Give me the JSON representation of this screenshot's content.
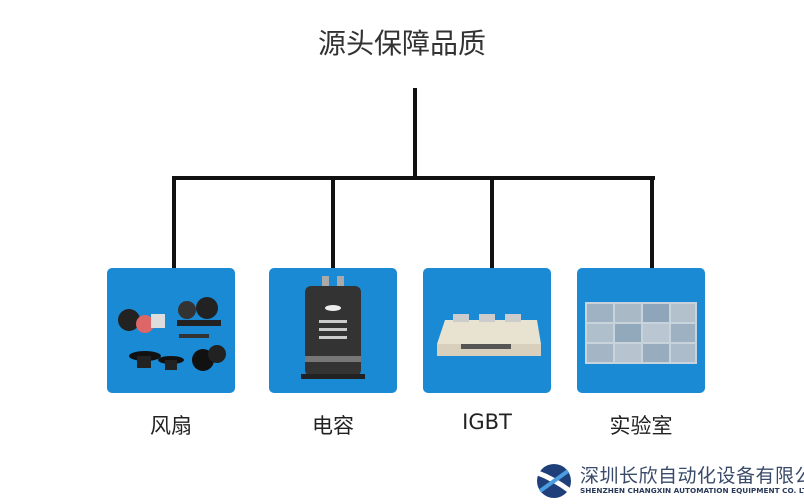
{
  "title": "源头保障品质",
  "items": [
    {
      "label": "风扇",
      "image": "fans"
    },
    {
      "label": "电容",
      "image": "capacitor"
    },
    {
      "label": "IGBT",
      "image": "igbt-module"
    },
    {
      "label": "实验室",
      "image": "laboratory"
    }
  ],
  "company": {
    "name_cn": "深圳长欣自动化设备有限公司",
    "name_en": "SHENZHEN CHANGXIN AUTOMATION EQUIPMENT CO. LTD"
  },
  "colors": {
    "card": "#1a8ad4",
    "line": "#111111",
    "logo": "#1f3f7a"
  }
}
